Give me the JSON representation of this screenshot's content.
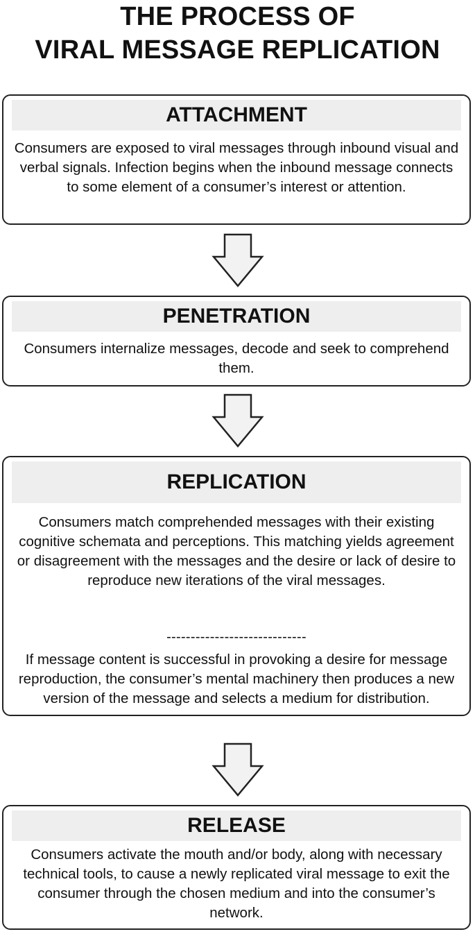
{
  "title": {
    "line1": "THE PROCESS OF",
    "line2": "VIRAL MESSAGE REPLICATION"
  },
  "stages": [
    {
      "heading": "ATTACHMENT",
      "text": "Consumers are exposed to viral messages through inbound visual and verbal signals. Infection begins when the inbound message connects to some element of a consumer’s interest or attention."
    },
    {
      "heading": "PENETRATION",
      "text": "Consumers internalize messages, decode and seek to comprehend them."
    },
    {
      "heading": "REPLICATION",
      "text": "Consumers match comprehended messages with their existing cognitive schemata and perceptions. This matching yields agreement or disagreement with the messages and the desire or lack of desire to reproduce new iterations of the viral messages.",
      "divider": "-----------------------------",
      "text2": "If message content is successful in provoking a desire for message reproduction, the consumer’s mental machinery then produces a new version of the message and selects a medium for distribution."
    },
    {
      "heading": "RELEASE",
      "text": "Consumers activate the mouth and/or body, along with necessary technical tools, to cause a newly replicated viral message to exit the consumer through the chosen medium and into the consumer’s network."
    }
  ],
  "colors": {
    "header_band": "#eeeeee",
    "border": "#222222",
    "arrow_fill": "#f2f2f2"
  },
  "icons": [
    "down-arrow-icon",
    "down-arrow-icon",
    "down-arrow-icon"
  ]
}
